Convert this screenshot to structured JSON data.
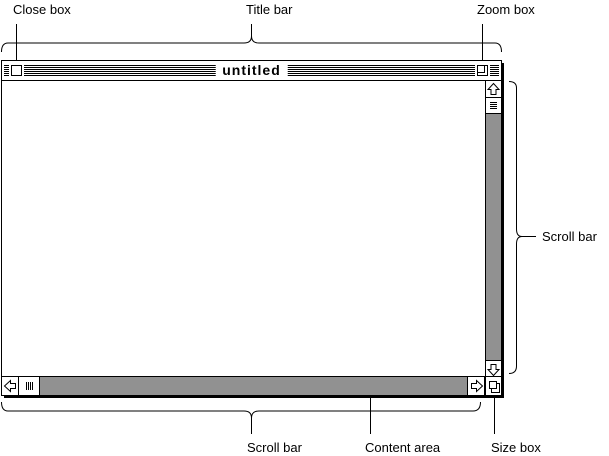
{
  "labels": {
    "close_box": "Close box",
    "title_bar": "Title bar",
    "zoom_box": "Zoom box",
    "scroll_bar_right": "Scroll bar",
    "scroll_bar_bottom": "Scroll bar",
    "content_area": "Content area",
    "size_box": "Size box"
  },
  "window": {
    "title": "untitled"
  }
}
